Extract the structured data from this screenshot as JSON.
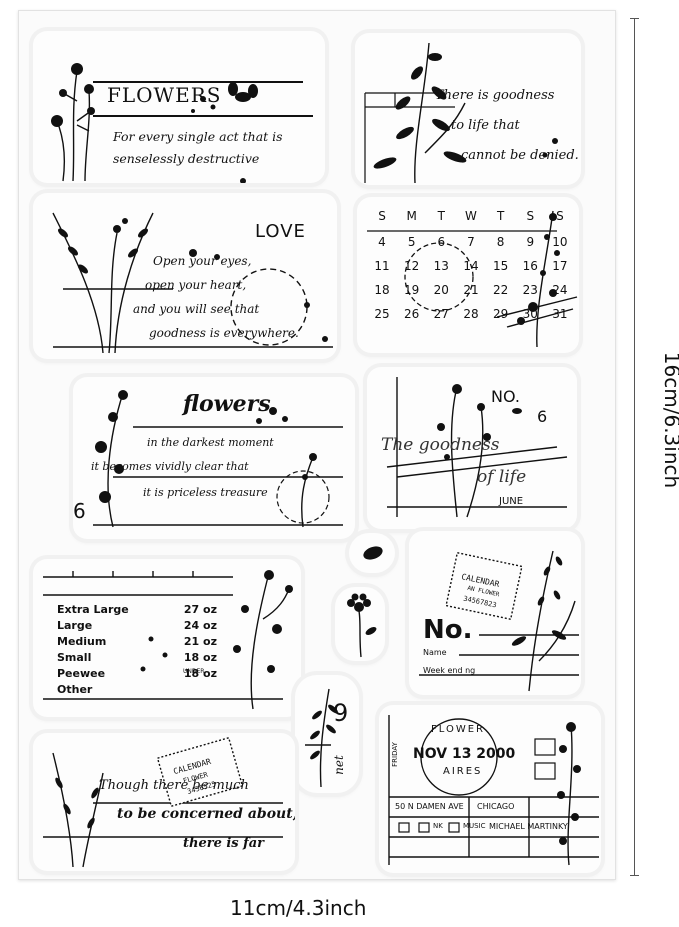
{
  "dimensions": {
    "height_label": "16cm/6.3inch",
    "width_label": "11cm/4.3inch"
  },
  "stamps": {
    "flowers_one": {
      "title": "FLOWERS",
      "line1": "For every single act that is",
      "line2": "senselessly destructive"
    },
    "goodness": {
      "line1": "There is goodness",
      "line2": "to life that",
      "line3": "cannot be denied."
    },
    "love": {
      "title": "LOVE",
      "line1": "Open your eyes,",
      "line2": "open your heart,",
      "line3": "and you will see that",
      "line4": "goodness is everywhere."
    },
    "calendar": {
      "days": [
        "S",
        "M",
        "T",
        "W",
        "T",
        "S",
        "S"
      ],
      "rows": [
        [
          "",
          "",
          "",
          "",
          "",
          "",
          ""
        ],
        [
          "4",
          "5",
          "6",
          "7",
          "8",
          "9",
          "10"
        ],
        [
          "11",
          "12",
          "13",
          "14",
          "15",
          "16",
          "17"
        ],
        [
          "18",
          "19",
          "20",
          "21",
          "22",
          "23",
          "24"
        ],
        [
          "25",
          "26",
          "27",
          "28",
          "29",
          "30",
          "31"
        ]
      ]
    },
    "flowers_two": {
      "title": "flowers",
      "line1": "in the darkest moment",
      "line2": "it becomes vividly clear that",
      "line3": "it is priceless treasure",
      "number": "6"
    },
    "the_goodness": {
      "number_label": "NO.",
      "number": "6",
      "line1": "The goodness",
      "line2": "of life",
      "month": "JUNE"
    },
    "sizes": {
      "rows": [
        {
          "label": "Extra Large",
          "value": "27 oz"
        },
        {
          "label": "Large",
          "value": "24 oz"
        },
        {
          "label": "Medium",
          "value": "21 oz"
        },
        {
          "label": "Small",
          "value": "18 oz"
        },
        {
          "label": "Peewee",
          "value": "18 oz"
        },
        {
          "label": "Other",
          "value": ""
        }
      ],
      "under_label": "UNDER"
    },
    "no_card": {
      "title": "No.",
      "name_label": "Name",
      "week_label": "Week end ng",
      "stamp_line1": "CALENDAR",
      "stamp_line2": "AN FLOWER",
      "stamp_line3": "34567823"
    },
    "net": {
      "number": "9",
      "word": "net"
    },
    "concerned": {
      "line1": "Though there be much",
      "line2": "to be concerned about,",
      "line3": "there is far",
      "stamp_line1": "CALENDAR",
      "stamp_line2": "FLOWER",
      "stamp_line3": "3456525"
    },
    "postmark": {
      "arc_top": "FLOWER",
      "date": "NOV 13 2000",
      "arc_bottom": "AIRES",
      "side": "FRIDAY",
      "addr1": "50 N DAMEN AVE",
      "addr2": "CHICAGO",
      "opt1": "NK",
      "opt2": "MUSIC",
      "name": "MICHAEL MARTINKY"
    }
  }
}
